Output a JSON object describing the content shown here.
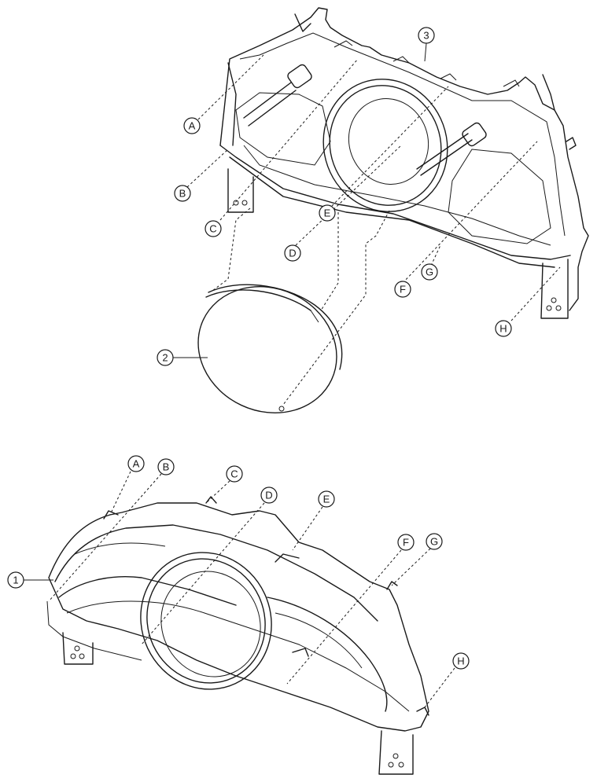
{
  "callouts": {
    "top": {
      "A": "A",
      "B": "B",
      "C": "C",
      "D": "D",
      "E": "E",
      "F": "F",
      "G": "G",
      "H": "H"
    },
    "bottom": {
      "A": "A",
      "B": "B",
      "C": "C",
      "D": "D",
      "E": "E",
      "F": "F",
      "G": "G",
      "H": "H"
    }
  },
  "parts": {
    "p1": "1",
    "p2": "2",
    "p3": "3"
  }
}
